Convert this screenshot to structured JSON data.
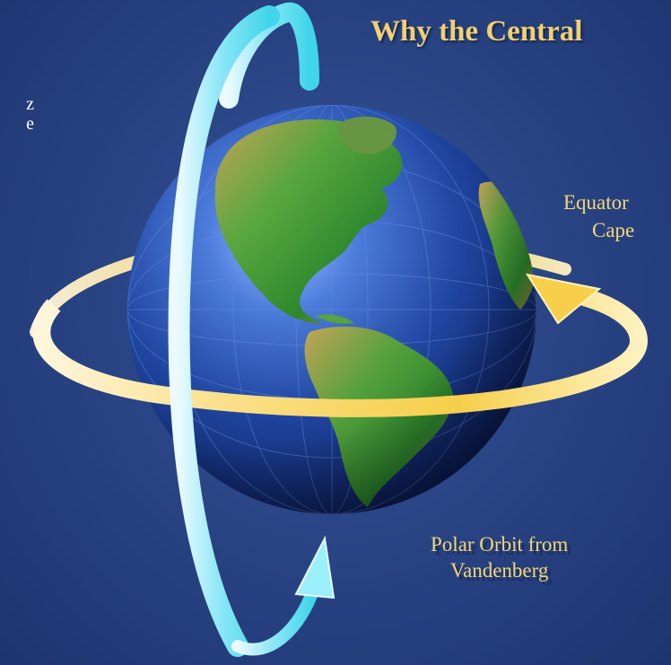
{
  "slide": {
    "title": "Why the Central",
    "side_fragment_1": "z",
    "side_fragment_2": "e"
  },
  "labels": {
    "equatorial_line1": "Equator",
    "equatorial_line2": "Cape",
    "polar_line1": "Polar Orbit from",
    "polar_line2": "Vandenberg"
  },
  "colors": {
    "background": "#2a4585",
    "title": "#f0d070",
    "label": "#f3d777",
    "equatorial_orbit": "#f8d25a",
    "polar_orbit": "#5fe6f5",
    "ocean": "#2450b0",
    "land": "#3f9a3a"
  },
  "icons": {
    "equatorial_arrow": "arrow-head-right",
    "polar_arrow": "arrow-head-up"
  }
}
